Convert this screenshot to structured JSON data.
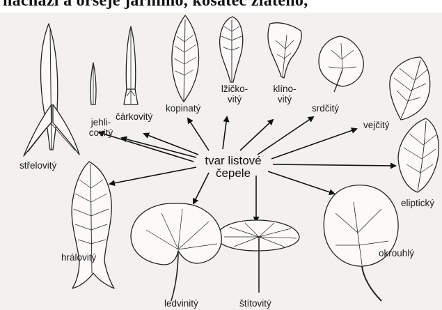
{
  "header_text": "nachází a orseje jarnimo, kosatec zlatého,",
  "center_label": "tvar listové\nčepele",
  "shapes": [
    {
      "id": "strelovity",
      "label": "střelovitý"
    },
    {
      "id": "jehlicovity",
      "label": "jehli-\ncovitý"
    },
    {
      "id": "carkovity",
      "label": "čárkovitý"
    },
    {
      "id": "kopinaty",
      "label": "kopinatý"
    },
    {
      "id": "lzickovity",
      "label": "lžičko-\nvitý"
    },
    {
      "id": "klinovity",
      "label": "klíno-\nvitý"
    },
    {
      "id": "srdcity",
      "label": "srdčitý"
    },
    {
      "id": "vejcity",
      "label": "vejčitý"
    },
    {
      "id": "elipticky",
      "label": "eliptický"
    },
    {
      "id": "okrouhly",
      "label": "okrouhlý"
    },
    {
      "id": "stitovity",
      "label": "štítovitý"
    },
    {
      "id": "ledvinity",
      "label": "ledvinitý"
    },
    {
      "id": "hralovity",
      "label": "hrálovitý"
    }
  ]
}
